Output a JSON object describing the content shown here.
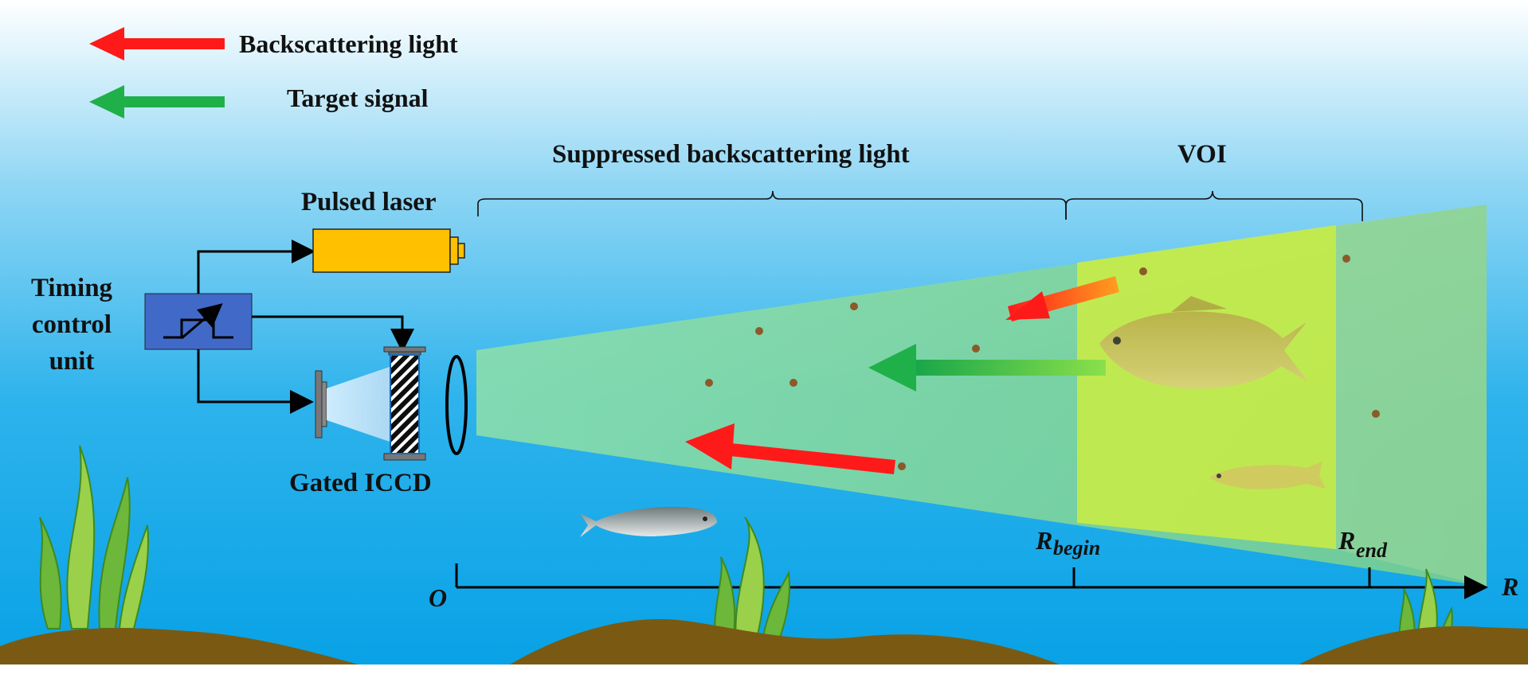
{
  "legend": {
    "backscatter": "Backscattering light",
    "target": "Target signal"
  },
  "labels": {
    "suppressed": "Suppressed backscattering light",
    "voi": "VOI",
    "pulsed_laser": "Pulsed laser",
    "timing_line1": "Timing",
    "timing_line2": "control",
    "timing_line3": "unit",
    "gated_iccd": "Gated ICCD"
  },
  "axis": {
    "origin": "O",
    "r_label": "R",
    "r_begin_main": "R",
    "r_begin_sub": "begin",
    "r_end_main": "R",
    "r_end_sub": "end"
  },
  "colors": {
    "backscatter_arrow": "#ff1a1a",
    "target_arrow": "#1fb04a",
    "laser_body": "#ffc000",
    "timing_box": "#4169c8",
    "beam": "#7ad08a",
    "voi_region": "#c8ec3c",
    "water_top": "#ffffff",
    "water_bottom": "#0aa0e6",
    "seabed": "#7a5a12",
    "seaweed": "#6db83a"
  }
}
